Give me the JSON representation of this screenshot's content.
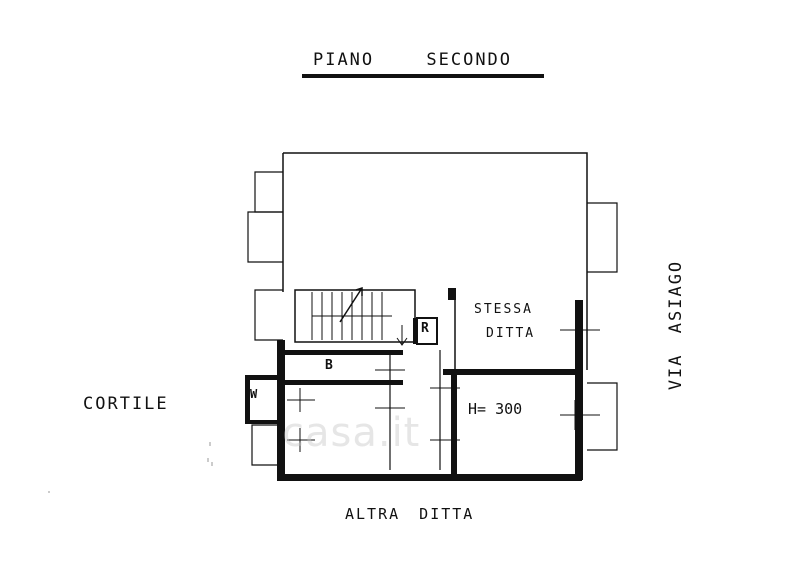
{
  "plan": {
    "title": "PIANO SECONDO",
    "left_label": "CORTILE",
    "right_label": "VIA ASIAGO",
    "bottom_label": "ALTRA DITTA"
  },
  "rooms": {
    "same_company_line1": "STESSA",
    "same_company_line2": "DITTA",
    "room_b": "B",
    "room_r": "R",
    "room_w": "W",
    "height": "H= 300"
  },
  "watermark": {
    "text": "casa.it"
  },
  "colors": {
    "ink": "#111111",
    "paper": "#ffffff",
    "watermark": "#c8c8c8"
  }
}
